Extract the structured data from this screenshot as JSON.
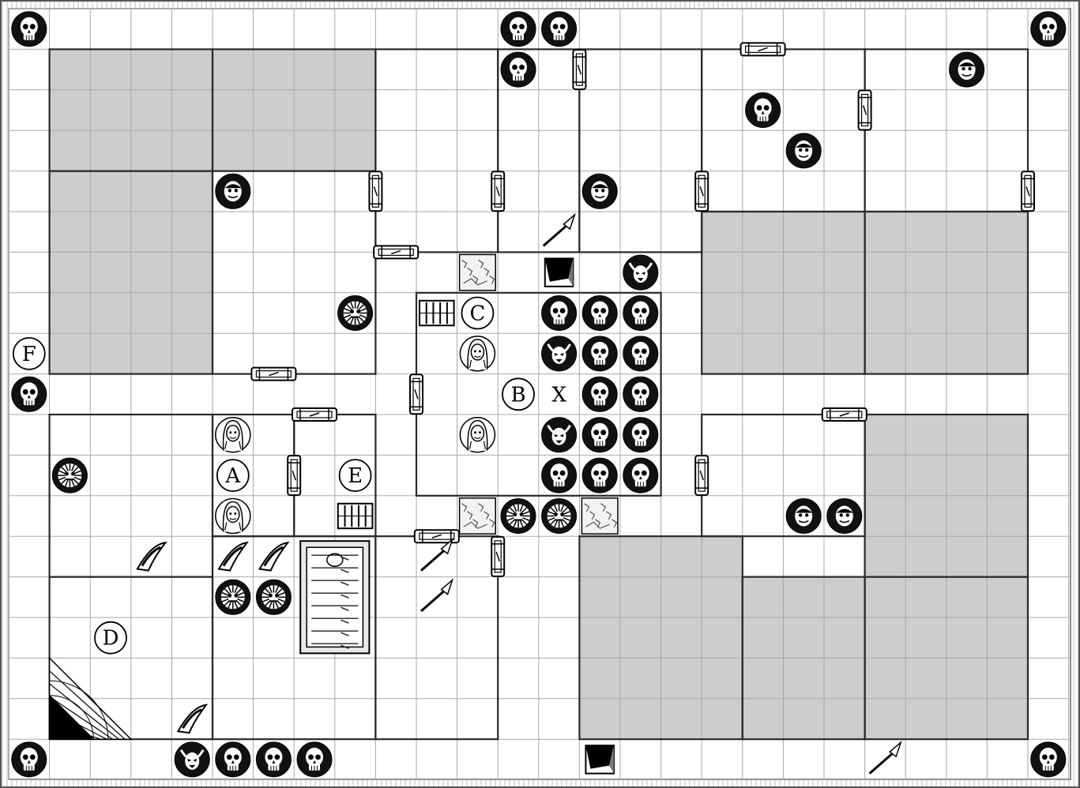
{
  "board": {
    "grid_cols": 26,
    "grid_rows": 19,
    "colors": {
      "floor": "#ffffff",
      "grid": "#a8a8a8",
      "wall": "#2a2a2a",
      "blocked": "#cdcdcd",
      "token": "#111111",
      "paper": "#ffffff",
      "frame": "#555555"
    }
  },
  "letters": [
    {
      "key": "A",
      "label": "A",
      "col": 5,
      "row": 11
    },
    {
      "key": "B",
      "label": "B",
      "col": 12,
      "row": 9
    },
    {
      "key": "C",
      "label": "C",
      "col": 11,
      "row": 7
    },
    {
      "key": "D",
      "label": "D",
      "col": 2,
      "row": 15
    },
    {
      "key": "E",
      "label": "E",
      "col": 8,
      "row": 11
    },
    {
      "key": "F",
      "label": "F",
      "col": 0,
      "row": 8
    },
    {
      "key": "X",
      "label": "X",
      "col": 13,
      "row": 9,
      "plain": true
    }
  ],
  "rooms": [
    {
      "c0": 1,
      "r0": 1,
      "c1": 5,
      "r1": 4
    },
    {
      "c0": 5,
      "r0": 1,
      "c1": 9,
      "r1": 4
    },
    {
      "c0": 1,
      "r0": 4,
      "c1": 5,
      "r1": 9
    },
    {
      "c0": 5,
      "r0": 4,
      "c1": 9,
      "r1": 9
    },
    {
      "c0": 9,
      "r0": 1,
      "c1": 12,
      "r1": 6
    },
    {
      "c0": 12,
      "r0": 1,
      "c1": 14,
      "r1": 6
    },
    {
      "c0": 14,
      "r0": 1,
      "c1": 17,
      "r1": 6
    },
    {
      "c0": 17,
      "r0": 1,
      "c1": 21,
      "r1": 5
    },
    {
      "c0": 21,
      "r0": 1,
      "c1": 25,
      "r1": 5
    },
    {
      "c0": 17,
      "r0": 5,
      "c1": 21,
      "r1": 9
    },
    {
      "c0": 21,
      "r0": 5,
      "c1": 25,
      "r1": 9
    },
    {
      "c0": 10,
      "r0": 7,
      "c1": 16,
      "r1": 12
    },
    {
      "c0": 1,
      "r0": 10,
      "c1": 5,
      "r1": 14
    },
    {
      "c0": 5,
      "r0": 10,
      "c1": 7,
      "r1": 13
    },
    {
      "c0": 7,
      "r0": 10,
      "c1": 9,
      "r1": 13
    },
    {
      "c0": 1,
      "r0": 14,
      "c1": 5,
      "r1": 18
    },
    {
      "c0": 5,
      "r0": 13,
      "c1": 9,
      "r1": 18
    },
    {
      "c0": 9,
      "r0": 13,
      "c1": 12,
      "r1": 18
    },
    {
      "c0": 17,
      "r0": 10,
      "c1": 21,
      "r1": 13
    },
    {
      "c0": 21,
      "r0": 10,
      "c1": 25,
      "r1": 14
    },
    {
      "c0": 14,
      "r0": 13,
      "c1": 18,
      "r1": 18
    },
    {
      "c0": 18,
      "r0": 14,
      "c1": 21,
      "r1": 18
    },
    {
      "c0": 21,
      "r0": 14,
      "c1": 25,
      "r1": 18
    }
  ],
  "blocked": [
    {
      "c0": 1,
      "r0": 1,
      "c1": 5,
      "r1": 4
    },
    {
      "c0": 5,
      "r0": 1,
      "c1": 9,
      "r1": 4
    },
    {
      "c0": 1,
      "r0": 4,
      "c1": 5,
      "r1": 9
    },
    {
      "c0": 17,
      "r0": 5,
      "c1": 21,
      "r1": 9
    },
    {
      "c0": 21,
      "r0": 5,
      "c1": 25,
      "r1": 9
    },
    {
      "c0": 21,
      "r0": 10,
      "c1": 25,
      "r1": 14
    },
    {
      "c0": 14,
      "r0": 13,
      "c1": 18,
      "r1": 18
    },
    {
      "c0": 18,
      "r0": 14,
      "c1": 21,
      "r1": 18
    },
    {
      "c0": 21,
      "r0": 14,
      "c1": 25,
      "r1": 18
    }
  ],
  "doors": [
    {
      "col": 9,
      "row": 4,
      "o": "v"
    },
    {
      "col": 12,
      "row": 4,
      "o": "v"
    },
    {
      "col": 14,
      "row": 1,
      "o": "v"
    },
    {
      "col": 17,
      "row": 4,
      "o": "v"
    },
    {
      "col": 18,
      "row": 1,
      "o": "h"
    },
    {
      "col": 21,
      "row": 2,
      "o": "v"
    },
    {
      "col": 25,
      "row": 4,
      "o": "v"
    },
    {
      "col": 9,
      "row": 6,
      "o": "h"
    },
    {
      "col": 6,
      "row": 9,
      "o": "h"
    },
    {
      "col": 10,
      "row": 9,
      "o": "v"
    },
    {
      "col": 7,
      "row": 10,
      "o": "h"
    },
    {
      "col": 7,
      "row": 11,
      "o": "v"
    },
    {
      "col": 17,
      "row": 11,
      "o": "v"
    },
    {
      "col": 20,
      "row": 10,
      "o": "h"
    },
    {
      "col": 10,
      "row": 13,
      "o": "h"
    },
    {
      "col": 12,
      "row": 13,
      "o": "v"
    }
  ],
  "tokens": [
    {
      "kind": "skull-icon",
      "col": 0,
      "row": 0
    },
    {
      "kind": "skull-icon",
      "col": 12,
      "row": 0
    },
    {
      "kind": "skull-icon",
      "col": 13,
      "row": 0
    },
    {
      "kind": "skull-icon",
      "col": 25,
      "row": 0
    },
    {
      "kind": "skull-icon",
      "col": 12,
      "row": 1
    },
    {
      "kind": "skull-icon",
      "col": 18,
      "row": 2
    },
    {
      "kind": "skull-icon",
      "col": 0,
      "row": 9
    },
    {
      "kind": "skull-icon",
      "col": 13,
      "row": 7
    },
    {
      "kind": "skull-icon",
      "col": 14,
      "row": 7
    },
    {
      "kind": "skull-icon",
      "col": 15,
      "row": 7
    },
    {
      "kind": "skull-icon",
      "col": 14,
      "row": 8
    },
    {
      "kind": "skull-icon",
      "col": 15,
      "row": 8
    },
    {
      "kind": "skull-icon",
      "col": 14,
      "row": 9
    },
    {
      "kind": "skull-icon",
      "col": 15,
      "row": 9
    },
    {
      "kind": "skull-icon",
      "col": 14,
      "row": 10
    },
    {
      "kind": "skull-icon",
      "col": 15,
      "row": 10
    },
    {
      "kind": "skull-icon",
      "col": 13,
      "row": 11
    },
    {
      "kind": "skull-icon",
      "col": 14,
      "row": 11
    },
    {
      "kind": "skull-icon",
      "col": 15,
      "row": 11
    },
    {
      "kind": "skull-icon",
      "col": 0,
      "row": 18
    },
    {
      "kind": "skull-icon",
      "col": 5,
      "row": 18
    },
    {
      "kind": "skull-icon",
      "col": 6,
      "row": 18
    },
    {
      "kind": "skull-icon",
      "col": 7,
      "row": 18
    },
    {
      "kind": "skull-icon",
      "col": 25,
      "row": 18
    },
    {
      "kind": "goblin-icon",
      "col": 23,
      "row": 1
    },
    {
      "kind": "goblin-icon",
      "col": 19,
      "row": 3
    },
    {
      "kind": "goblin-icon",
      "col": 5,
      "row": 4
    },
    {
      "kind": "goblin-icon",
      "col": 14,
      "row": 4
    },
    {
      "kind": "goblin-icon",
      "col": 19,
      "row": 12
    },
    {
      "kind": "goblin-icon",
      "col": 20,
      "row": 12
    },
    {
      "kind": "demon-icon",
      "col": 15,
      "row": 6
    },
    {
      "kind": "demon-icon",
      "col": 13,
      "row": 8
    },
    {
      "kind": "demon-icon",
      "col": 13,
      "row": 10
    },
    {
      "kind": "demon-icon",
      "col": 4,
      "row": 18
    },
    {
      "kind": "orc-icon",
      "col": 8,
      "row": 7
    },
    {
      "kind": "orc-icon",
      "col": 1,
      "row": 11
    },
    {
      "kind": "orc-icon",
      "col": 12,
      "row": 12
    },
    {
      "kind": "orc-icon",
      "col": 13,
      "row": 12
    },
    {
      "kind": "orc-icon",
      "col": 5,
      "row": 14
    },
    {
      "kind": "orc-icon",
      "col": 6,
      "row": 14
    },
    {
      "kind": "hero-icon",
      "col": 11,
      "row": 8
    },
    {
      "kind": "hero-icon",
      "col": 11,
      "row": 10
    },
    {
      "kind": "hero-icon",
      "col": 5,
      "row": 10
    },
    {
      "kind": "hero-icon",
      "col": 5,
      "row": 12
    }
  ],
  "furniture": [
    {
      "kind": "rubble-icon",
      "col": 11,
      "row": 6
    },
    {
      "kind": "rubble-icon",
      "col": 11,
      "row": 12
    },
    {
      "kind": "rubble-icon",
      "col": 14,
      "row": 12
    },
    {
      "kind": "bookcase-icon",
      "col": 10,
      "row": 7
    },
    {
      "kind": "bookcase-icon",
      "col": 8,
      "row": 12
    },
    {
      "kind": "pit-trap-icon",
      "col": 13,
      "row": 6
    },
    {
      "kind": "pit-trap-icon",
      "col": 14,
      "row": 18
    },
    {
      "kind": "spear-trap-icon",
      "col": 13,
      "row": 5
    },
    {
      "kind": "spear-trap-icon",
      "col": 10,
      "row": 13
    },
    {
      "kind": "spear-trap-icon",
      "col": 10,
      "row": 14
    },
    {
      "kind": "spear-trap-icon",
      "col": 21,
      "row": 18
    },
    {
      "kind": "falling-block-icon",
      "col": 3,
      "row": 13
    },
    {
      "kind": "falling-block-icon",
      "col": 5,
      "row": 13
    },
    {
      "kind": "falling-block-icon",
      "col": 6,
      "row": 13
    },
    {
      "kind": "falling-block-icon",
      "col": 4,
      "row": 17
    },
    {
      "kind": "tomb-icon",
      "col": 7,
      "row": 13,
      "w": 2,
      "h": 3
    },
    {
      "kind": "stairs-icon",
      "col": 1,
      "row": 16,
      "w": 2,
      "h": 2
    }
  ]
}
